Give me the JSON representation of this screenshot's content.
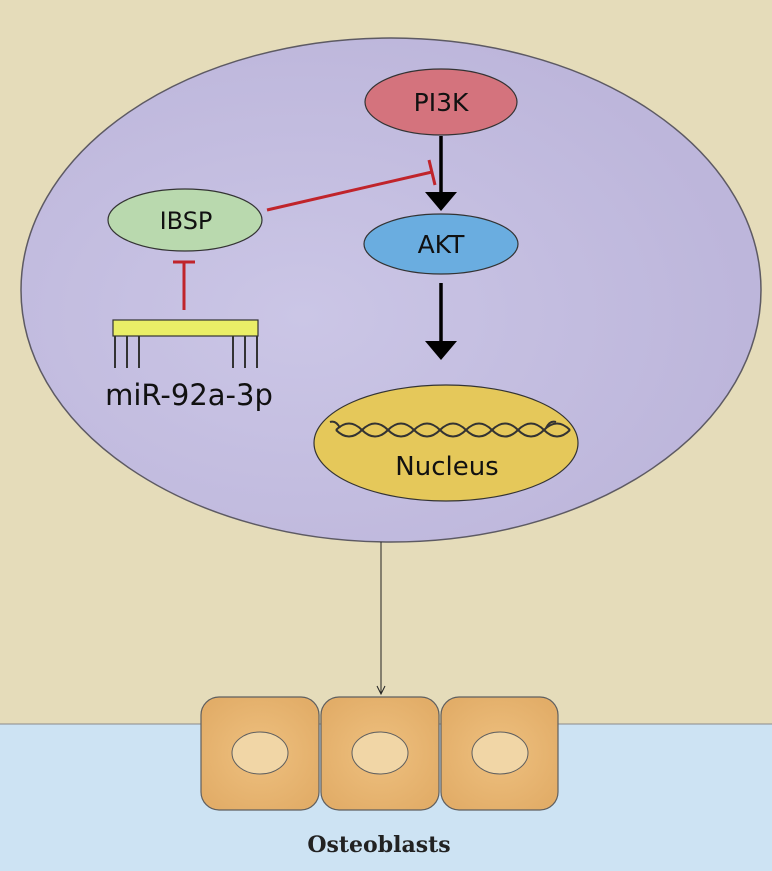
{
  "colors": {
    "background_top": "#e5dcba",
    "background_bottom": "#cde3f3",
    "cell_fill": "#bdb6db",
    "cell_center": "#cbc6e6",
    "cell_stroke": "#5d5a63",
    "pi3k_fill": "#d4737d",
    "ibsp_fill": "#b9d9ae",
    "akt_fill": "#6aade0",
    "nucleus_fill": "#e5c85a",
    "mirna_bar_fill": "#eaee67",
    "inhibit_line": "#c0242b",
    "osteoblast_fill": "#e6b673",
    "osteoblast_nucleus": "#f1d6a6"
  },
  "nodes": {
    "pi3k": "PI3K",
    "ibsp": "IBSP",
    "akt": "AKT",
    "nucleus": "Nucleus",
    "mirna": "miR-92a-3p"
  },
  "footer": {
    "osteoblasts": "Osteoblasts"
  }
}
